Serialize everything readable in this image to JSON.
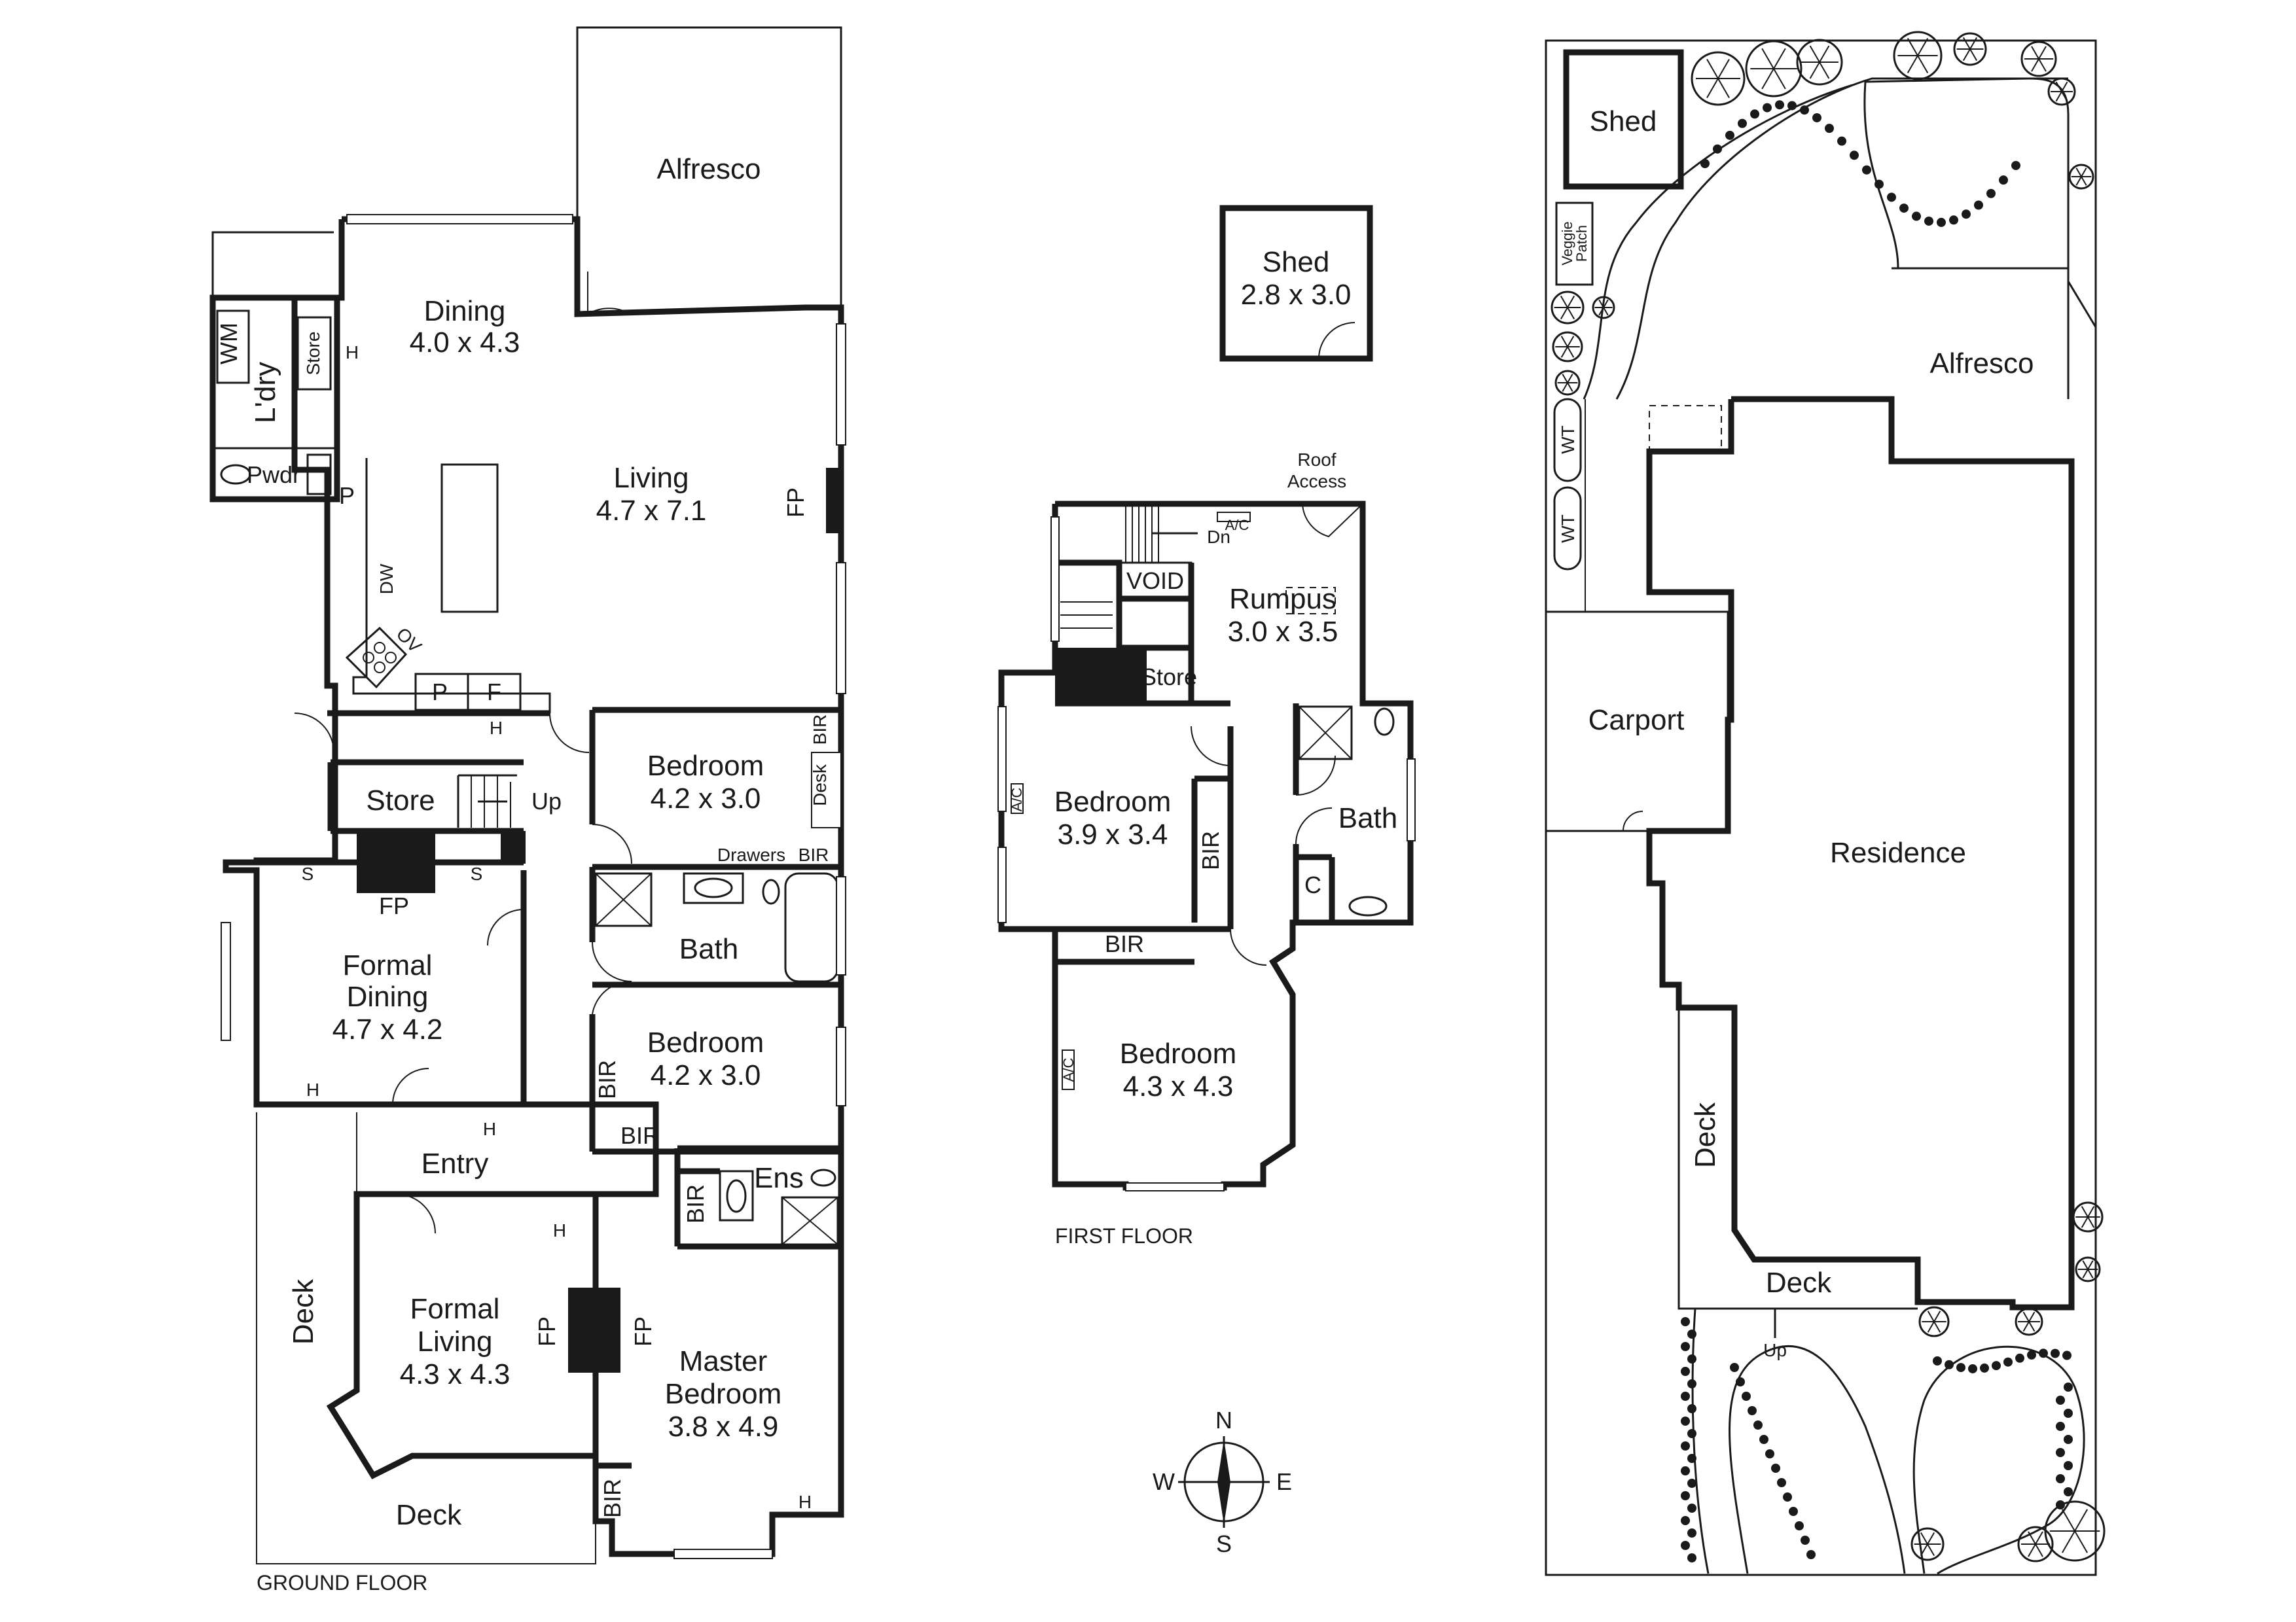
{
  "ground_floor": {
    "caption": "GROUND FLOOR",
    "rooms": {
      "alfresco": "Alfresco",
      "dining": {
        "name": "Dining",
        "size": "4.0 x 4.3"
      },
      "living": {
        "name": "Living",
        "size": "4.7 x 7.1"
      },
      "laundry": "L'dry",
      "powder": "Pwdr",
      "store_laundry": "Store",
      "wm": "WM",
      "store": "Store",
      "up": "Up",
      "bedroom_2": {
        "name": "Bedroom",
        "size": "4.2 x 3.0"
      },
      "bedroom_3": {
        "name": "Bedroom",
        "size": "4.2 x 3.0"
      },
      "bath": "Bath",
      "drawers": "Drawers",
      "desk": "Desk",
      "formal_dining": {
        "line1": "Formal",
        "line2": "Dining",
        "size": "4.7 x 4.2"
      },
      "entry": "Entry",
      "ens": "Ens",
      "formal_living": {
        "line1": "Formal",
        "line2": "Living",
        "size": "4.3 x 4.3"
      },
      "master": {
        "line1": "Master",
        "line2": "Bedroom",
        "size": "3.8 x 4.9"
      },
      "deck_side": "Deck",
      "deck_front": "Deck"
    },
    "fixtures": {
      "fp": "FP",
      "bir": "BIR",
      "h": "H",
      "p": "P",
      "f": "F",
      "dw": "DW",
      "ov": "OV",
      "s": "S"
    }
  },
  "first_floor": {
    "caption": "FIRST FLOOR",
    "shed": {
      "name": "Shed",
      "size": "2.8 x 3.0"
    },
    "roof_access": {
      "line1": "Roof",
      "line2": "Access"
    },
    "rumpus": {
      "name": "Rumpus",
      "size": "3.0 x 3.5"
    },
    "void": "VOID",
    "store": "Store",
    "dn": "Dn",
    "ac": "A/C",
    "bedroom_a": {
      "name": "Bedroom",
      "size": "3.9 x 3.4"
    },
    "bedroom_b": {
      "name": "Bedroom",
      "size": "4.3 x 4.3"
    },
    "bath": "Bath",
    "bir": "BIR",
    "c": "C"
  },
  "compass": {
    "n": "N",
    "s": "S",
    "e": "E",
    "w": "W"
  },
  "site_plan": {
    "shed": "Shed",
    "veggie_patch": {
      "line1": "Veggie",
      "line2": "Patch"
    },
    "alfresco": "Alfresco",
    "wt": "WT",
    "carport": "Carport",
    "residence": "Residence",
    "deck_side": "Deck",
    "deck_rear": "Deck",
    "up": "Up"
  }
}
